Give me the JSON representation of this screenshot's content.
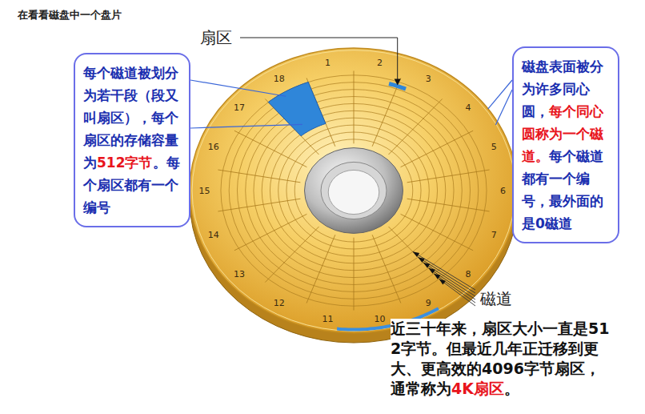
{
  "diagram": {
    "title": "在看看磁盘中一个盘片",
    "nodes": [
      {
        "text": [
          "每个磁道被划分为若干段（段又叫扇区），每个扇区的存储容量为512字节。每个扇区都有一个编号"
        ]
      },
      {
        "text": [
          "磁盘表面被分为许多同心圆，每个同心圆称为一个磁道。每个磁道都有一个编号，最外面的是0磁道"
        ]
      }
    ],
    "labels": [
      "扇区",
      "1",
      "2",
      "3",
      "4",
      "5",
      "6",
      "7",
      "8",
      "9",
      "10",
      "11",
      "12",
      "13",
      "14",
      "15",
      "16",
      "17",
      "18",
      "磁道",
      "近三十年来，扇区大小一直是512字节。但最近几年正迁移到更大、更高效的4096字节扇区，通常称为4K扇区。"
    ]
  }
}
